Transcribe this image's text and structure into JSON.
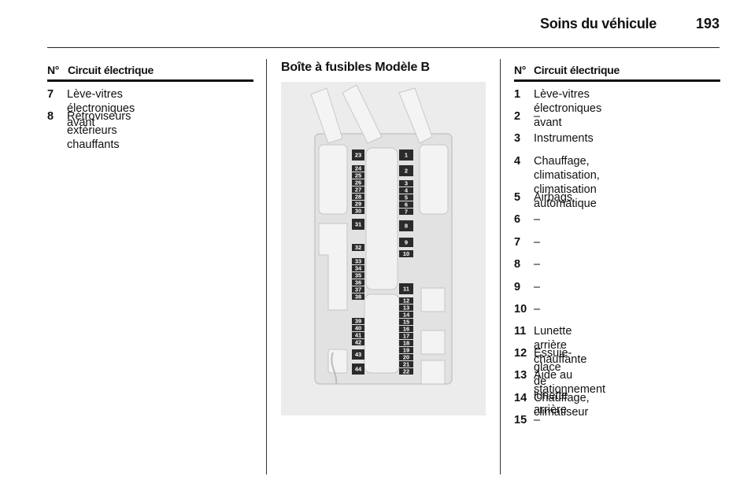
{
  "header": {
    "title": "Soins du véhicule",
    "page_number": "193"
  },
  "left_table": {
    "col_no": "N°",
    "col_circuit": "Circuit électrique",
    "rows": [
      {
        "n": "7",
        "text": "Lève-vitres électroniques avant"
      },
      {
        "n": "8",
        "text": "Rétroviseurs extérieurs\nchauffants"
      }
    ]
  },
  "middle": {
    "title": "Boîte à fusibles Modèle B",
    "fuse_labels": [
      "23",
      "24",
      "25",
      "26",
      "27",
      "28",
      "29",
      "30",
      "31",
      "32",
      "33",
      "34",
      "35",
      "36",
      "37",
      "38",
      "39",
      "40",
      "41",
      "42",
      "43",
      "44",
      "1",
      "2",
      "3",
      "4",
      "5",
      "6",
      "7",
      "8",
      "9",
      "10",
      "11",
      "12",
      "13",
      "14",
      "15",
      "16",
      "17",
      "18",
      "19",
      "20",
      "21",
      "22"
    ]
  },
  "right_table": {
    "col_no": "N°",
    "col_circuit": "Circuit électrique",
    "rows": [
      {
        "n": "1",
        "text": "Lève-vitres électroniques avant"
      },
      {
        "n": "2",
        "text": "–"
      },
      {
        "n": "3",
        "text": "Instruments"
      },
      {
        "n": "4",
        "text": "Chauffage, climatisation,\nclimatisation automatique"
      },
      {
        "n": "5",
        "text": "Airbags"
      },
      {
        "n": "6",
        "text": "–"
      },
      {
        "n": "7",
        "text": "–"
      },
      {
        "n": "8",
        "text": "–"
      },
      {
        "n": "9",
        "text": "–"
      },
      {
        "n": "10",
        "text": "–"
      },
      {
        "n": "11",
        "text": "Lunette arrière chauffante"
      },
      {
        "n": "12",
        "text": "Essuie-glace de lunette arrière"
      },
      {
        "n": "13",
        "text": "Aide au stationnement"
      },
      {
        "n": "14",
        "text": "Chauffage, climatiseur"
      },
      {
        "n": "15",
        "text": "–"
      }
    ]
  }
}
